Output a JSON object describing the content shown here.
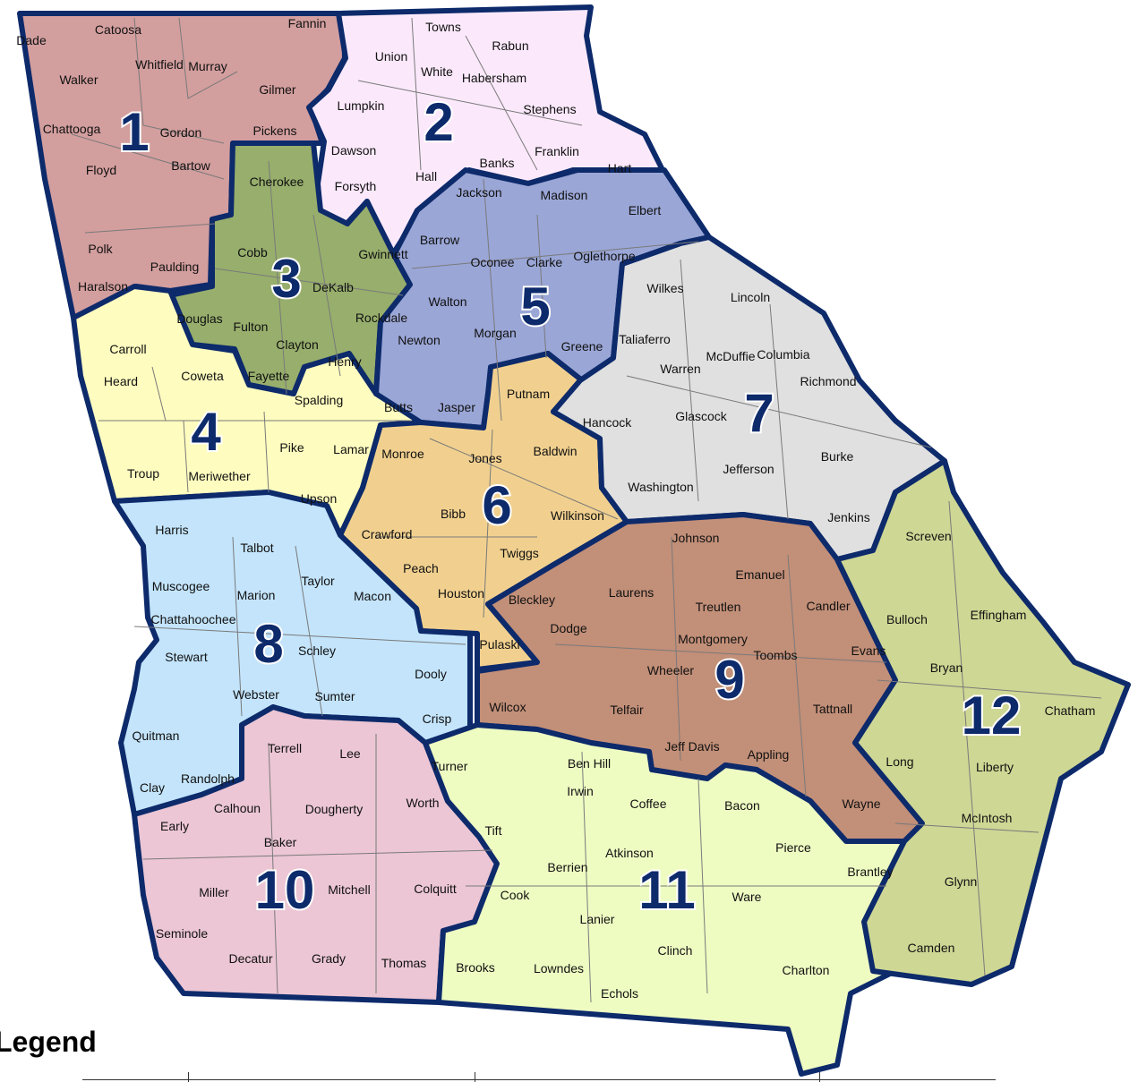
{
  "legend": {
    "title": "Legend"
  },
  "colors": {
    "border": "#0d2a6b",
    "r1": "#d39e9e",
    "r2": "#fbe9fb",
    "r3": "#97ae6c",
    "r4": "#fefcbf",
    "r5": "#9aa6d6",
    "r6": "#f1d08f",
    "r7": "#e0e0e0",
    "r8": "#c3e4fb",
    "r9": "#c28f78",
    "r10": "#ecc6d4",
    "r11": "#eefcc2",
    "r12": "#ced794"
  },
  "regions": [
    {
      "num": "1",
      "counties": [
        "Dade",
        "Catoosa",
        "Fannin",
        "Walker",
        "Whitfield",
        "Murray",
        "Gilmer",
        "Chattooga",
        "Gordon",
        "Pickens",
        "Floyd",
        "Bartow",
        "Polk",
        "Paulding",
        "Haralson"
      ]
    },
    {
      "num": "2",
      "counties": [
        "Towns",
        "Union",
        "Rabun",
        "White",
        "Habersham",
        "Lumpkin",
        "Stephens",
        "Dawson",
        "Franklin",
        "Banks",
        "Hall",
        "Forsyth",
        "Hart"
      ]
    },
    {
      "num": "3",
      "counties": [
        "Cherokee",
        "Cobb",
        "Gwinnett",
        "DeKalb",
        "Douglas",
        "Fulton",
        "Rockdale",
        "Clayton",
        "Henry",
        "Fayette"
      ]
    },
    {
      "num": "4",
      "counties": [
        "Carroll",
        "Heard",
        "Coweta",
        "Spalding",
        "Butts",
        "Pike",
        "Lamar",
        "Troup",
        "Meriwether",
        "Upson"
      ]
    },
    {
      "num": "5",
      "counties": [
        "Jackson",
        "Madison",
        "Elbert",
        "Barrow",
        "Oconee",
        "Clarke",
        "Oglethorpe",
        "Walton",
        "Newton",
        "Morgan",
        "Greene",
        "Jasper"
      ]
    },
    {
      "num": "6",
      "counties": [
        "Putnam",
        "Monroe",
        "Jones",
        "Baldwin",
        "Bibb",
        "Wilkinson",
        "Crawford",
        "Twiggs",
        "Peach",
        "Houston",
        "Pulaski"
      ]
    },
    {
      "num": "7",
      "counties": [
        "Wilkes",
        "Lincoln",
        "Taliaferro",
        "McDuffie",
        "Columbia",
        "Warren",
        "Richmond",
        "Glascock",
        "Hancock",
        "Jefferson",
        "Burke",
        "Washington",
        "Jenkins"
      ]
    },
    {
      "num": "8",
      "counties": [
        "Harris",
        "Talbot",
        "Taylor",
        "Muscogee",
        "Marion",
        "Macon",
        "Chattahoochee",
        "Schley",
        "Stewart",
        "Dooly",
        "Webster",
        "Sumter",
        "Crisp",
        "Quitman",
        "Clay",
        "Randolph"
      ]
    },
    {
      "num": "9",
      "counties": [
        "Johnson",
        "Emanuel",
        "Laurens",
        "Treutlen",
        "Candler",
        "Bleckley",
        "Dodge",
        "Montgomery",
        "Toombs",
        "Evans",
        "Wheeler",
        "Wilcox",
        "Telfair",
        "Tattnall",
        "Jeff Davis",
        "Appling",
        "Wayne"
      ]
    },
    {
      "num": "10",
      "counties": [
        "Terrell",
        "Lee",
        "Early",
        "Calhoun",
        "Dougherty",
        "Worth",
        "Baker",
        "Miller",
        "Mitchell",
        "Colquitt",
        "Seminole",
        "Decatur",
        "Grady",
        "Thomas"
      ]
    },
    {
      "num": "11",
      "counties": [
        "Turner",
        "Ben Hill",
        "Irwin",
        "Coffee",
        "Bacon",
        "Tift",
        "Atkinson",
        "Pierce",
        "Berrien",
        "Brantley",
        "Cook",
        "Ware",
        "Lanier",
        "Clinch",
        "Brooks",
        "Lowndes",
        "Echols",
        "Charlton"
      ]
    },
    {
      "num": "12",
      "counties": [
        "Screven",
        "Bulloch",
        "Effingham",
        "Bryan",
        "Chatham",
        "Long",
        "Liberty",
        "McIntosh",
        "Glynn",
        "Camden"
      ]
    }
  ]
}
